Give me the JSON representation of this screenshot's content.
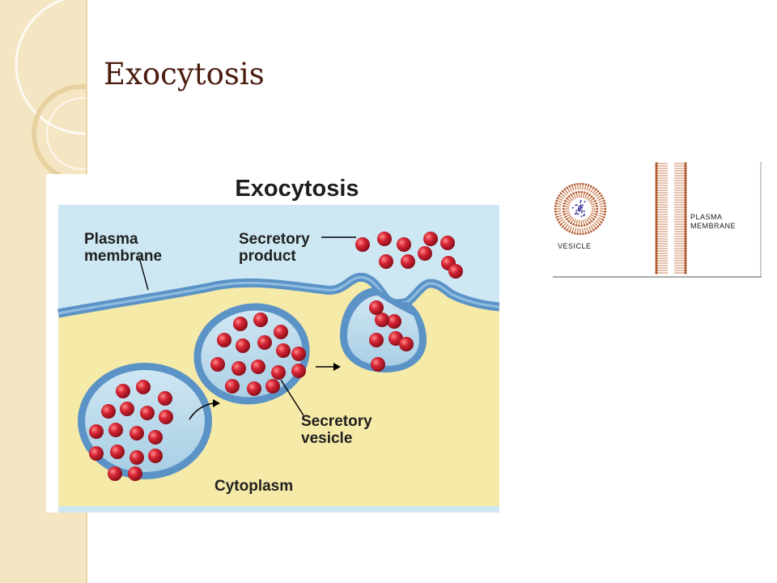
{
  "slide": {
    "title": "Exocytosis"
  },
  "diagram": {
    "title": "Exocytosis",
    "labels": {
      "plasma_membrane": [
        "Plasma",
        "membrane"
      ],
      "secretory_product": [
        "Secretory",
        "product"
      ],
      "secretory_vesicle": [
        "Secretory",
        "vesicle"
      ],
      "cytoplasm": "Cytoplasm"
    },
    "colors": {
      "extracellular": "#cde8f3",
      "cytoplasm": "#f6eaa8",
      "membrane": "#5b93c7",
      "vesicle_lumen": "#b9d9ea",
      "product": "#cf2030"
    }
  },
  "inset": {
    "vesicle_label": "VESICLE",
    "membrane_label": [
      "PLASMA",
      "MEMBRANE"
    ],
    "colors": {
      "lipid": "#c8794a",
      "core": "#3a3a9a"
    }
  }
}
